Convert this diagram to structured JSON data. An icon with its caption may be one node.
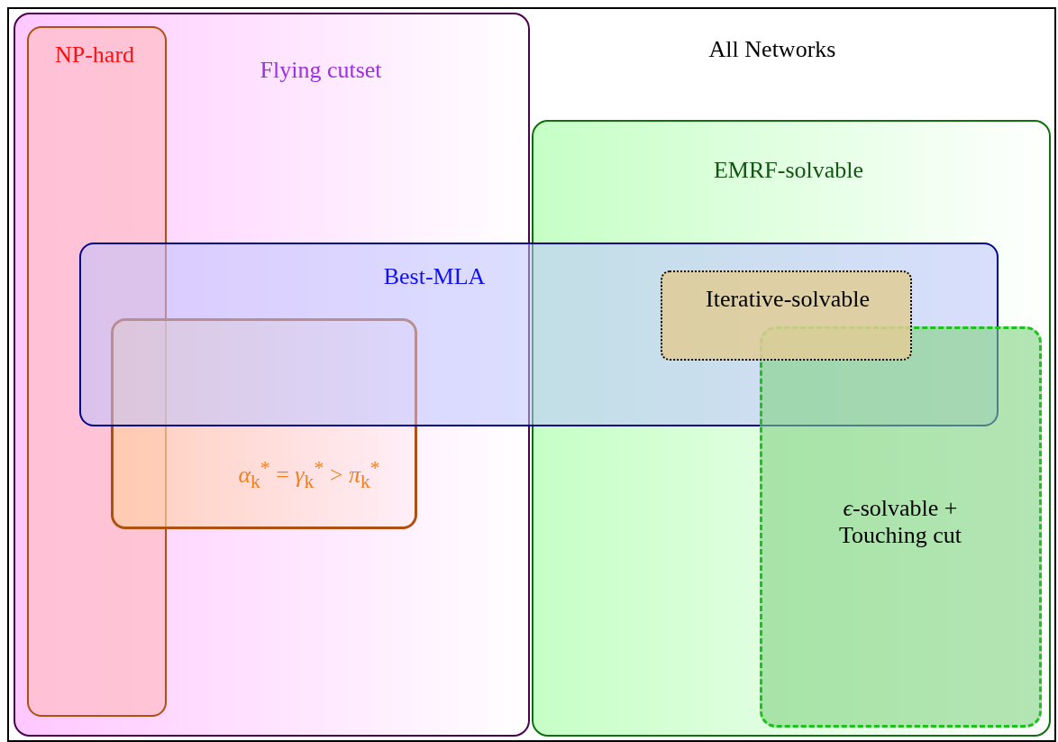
{
  "diagram": {
    "nodes": [
      {
        "text": [
          "All Networks"
        ]
      },
      {
        "text": [
          "Flying cutset"
        ],
        "in": 0
      },
      {
        "text": [
          "NP-hard"
        ],
        "in": 1
      },
      {
        "text": [
          "EMRF-solvable"
        ],
        "in": 0
      },
      {
        "text": [
          "Best-MLA"
        ],
        "in": 0
      },
      {
        "text": [
          "*α*$_{k}$$^{*}$ = *γ*$_{k}$$^{*}$ > *π*$_{k}$$^{*}$"
        ],
        "in": 1
      },
      {
        "text": [
          "Iterative-solvable"
        ]
      },
      {
        "text": [
          "*ϵ*-solvable + Touching cut"
        ],
        "in": 3
      }
    ]
  }
}
